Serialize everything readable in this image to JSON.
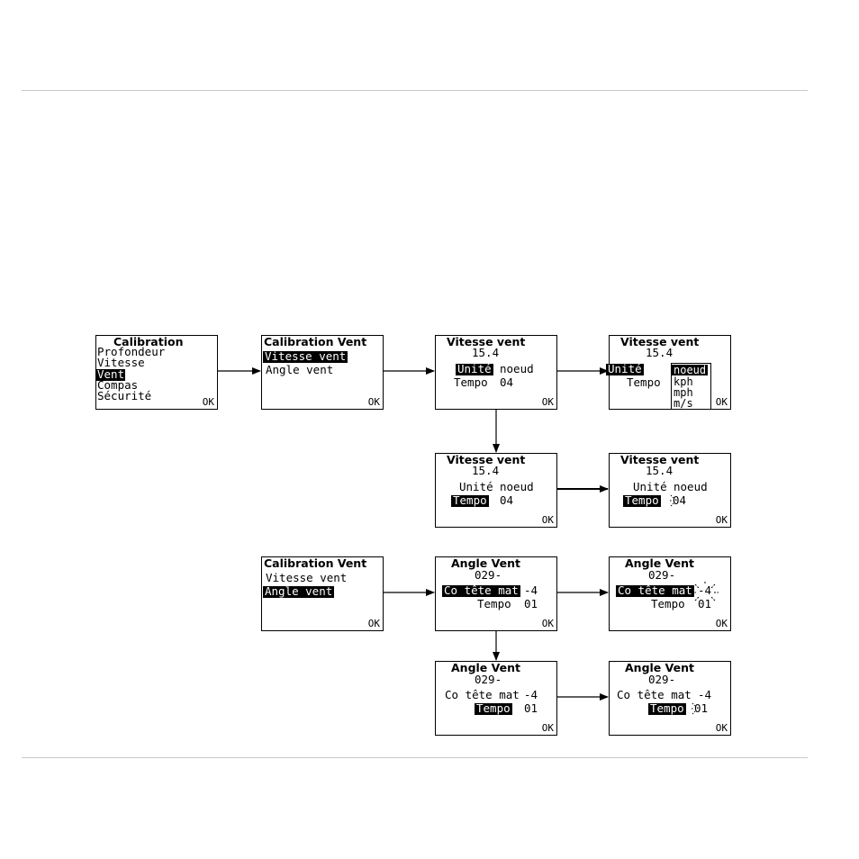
{
  "ok_label": "OK",
  "screens": {
    "calibration": {
      "title": "Calibration",
      "items": [
        "Profondeur",
        "Vitesse",
        "Vent",
        "Compas",
        "Sécurité"
      ],
      "selected_index": 2
    },
    "calib_vent_1": {
      "title": "Calibration Vent",
      "items": [
        "Vitesse vent",
        "Angle vent"
      ],
      "selected_index": 0
    },
    "vitesse_unite": {
      "title": "Vitesse vent",
      "value": "15.4",
      "unite_label": "Unité",
      "unite_value": "noeud",
      "tempo_label": "Tempo",
      "tempo_value": "04"
    },
    "vitesse_unite_menu": {
      "title": "Vitesse vent",
      "value": "15.4",
      "unite_label": "Unité",
      "tempo_label": "Tempo",
      "options": [
        "noeud",
        "kph",
        "mph",
        "m/s"
      ],
      "selected_index": 0
    },
    "vitesse_tempo": {
      "title": "Vitesse vent",
      "value": "15.4",
      "unite_label": "Unité",
      "unite_value": "noeud",
      "tempo_label": "Tempo",
      "tempo_value": "04"
    },
    "vitesse_tempo_edit": {
      "title": "Vitesse vent",
      "value": "15.4",
      "unite_label": "Unité",
      "unite_value": "noeud",
      "tempo_label": "Tempo",
      "tempo_value": "04"
    },
    "calib_vent_2": {
      "title": "Calibration Vent",
      "items": [
        "Vitesse vent",
        "Angle vent"
      ],
      "selected_index": 1
    },
    "angle_co": {
      "title": "Angle Vent",
      "value": "029-",
      "co_label": "Co tête mat",
      "co_value": "-4",
      "tempo_label": "Tempo",
      "tempo_value": "01"
    },
    "angle_co_edit": {
      "title": "Angle Vent",
      "value": "029-",
      "co_label": "Co tête mat",
      "co_value": "-4",
      "tempo_label": "Tempo",
      "tempo_value": "01"
    },
    "angle_tempo": {
      "title": "Angle Vent",
      "value": "029-",
      "co_label": "Co tête mat",
      "co_value": "-4",
      "tempo_label": "Tempo",
      "tempo_value": "01"
    },
    "angle_tempo_edit": {
      "title": "Angle Vent",
      "value": "029-",
      "co_label": "Co tête mat",
      "co_value": "-4",
      "tempo_label": "Tempo",
      "tempo_value": "01"
    }
  }
}
